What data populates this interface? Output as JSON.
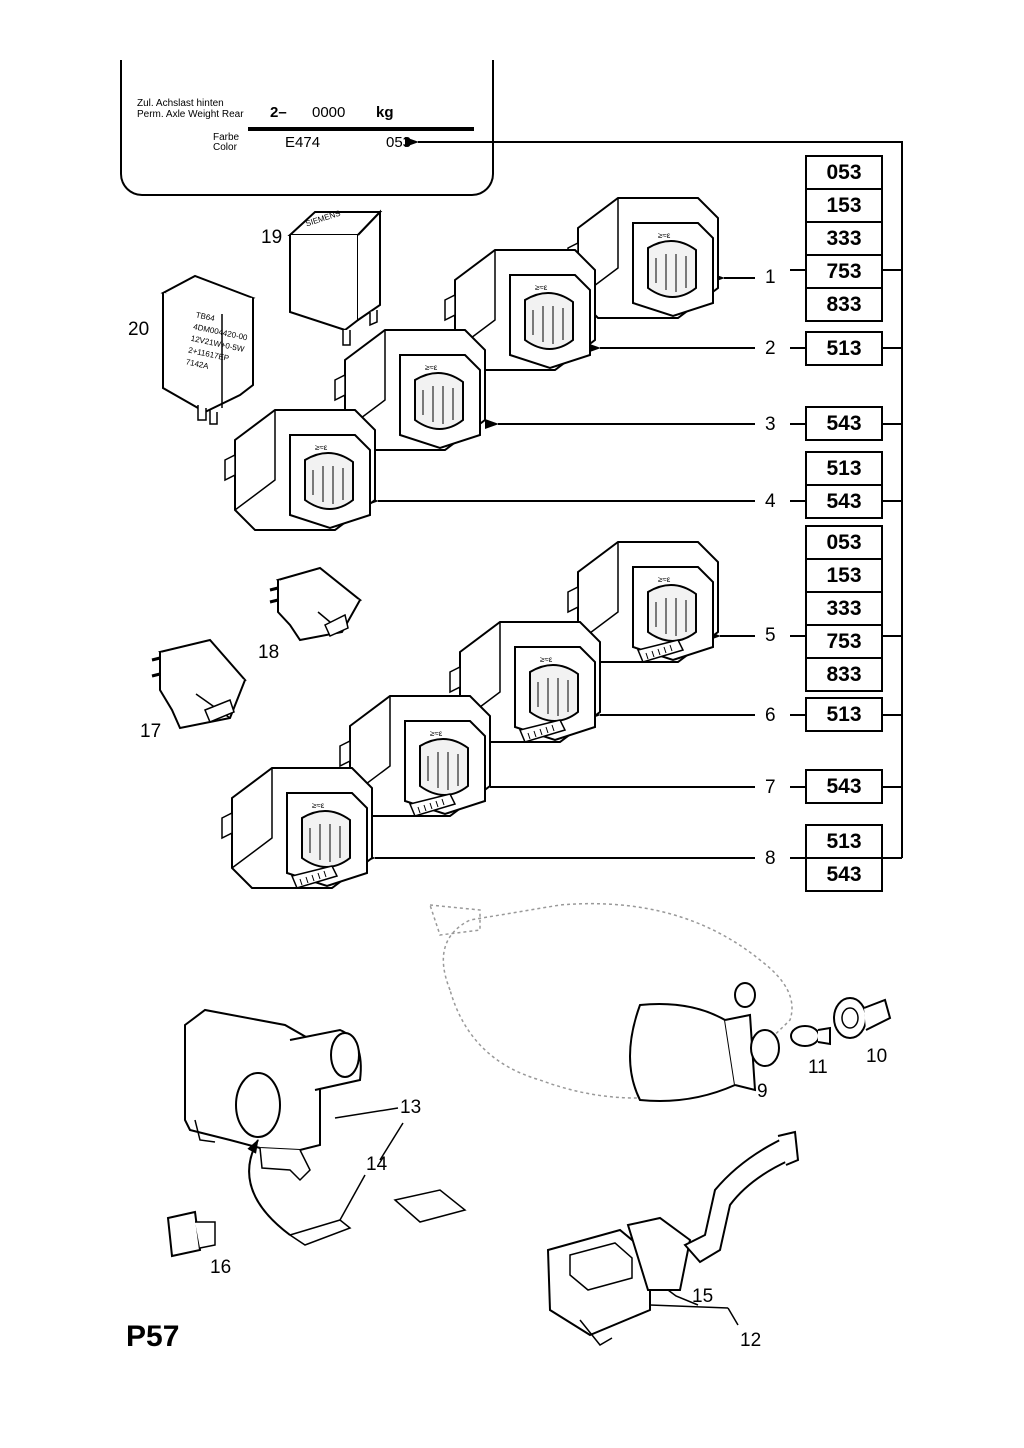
{
  "nameplate": {
    "axle_label_de": "Zul. Achslast hinten",
    "axle_label_en": "Perm. Axle Weight Rear",
    "axle_prefix": "2–",
    "axle_value": "0000",
    "axle_unit": "kg",
    "color_label_de": "Farbe",
    "color_label_en": "Color",
    "color_code": "E474",
    "color_value": "053"
  },
  "callouts": {
    "c1": "1",
    "c2": "2",
    "c3": "3",
    "c4": "4",
    "c5": "5",
    "c6": "6",
    "c7": "7",
    "c8": "8",
    "c9": "9",
    "c10": "10",
    "c11": "11",
    "c12": "12",
    "c13": "13",
    "c14": "14",
    "c15": "15",
    "c16": "16",
    "c17": "17",
    "c18": "18",
    "c19": "19",
    "c20": "20"
  },
  "codes": {
    "g1": [
      "053",
      "153",
      "333",
      "753",
      "833"
    ],
    "g2": [
      "513"
    ],
    "g3": [
      "543"
    ],
    "g4": [
      "513",
      "543"
    ],
    "g5": [
      "053",
      "153",
      "333",
      "753",
      "833"
    ],
    "g6": [
      "513"
    ],
    "g7": [
      "543"
    ],
    "g8": [
      "513",
      "543"
    ]
  },
  "relay_labels": {
    "relay19_brand": "SIEMENS",
    "relay20_lines": [
      "TB64",
      "4DM004420-00",
      "12V21W+0-5W",
      "2+11617EP",
      "7142A"
    ]
  },
  "page_label": "P57",
  "colors": {
    "ink": "#000000",
    "paper": "#ffffff",
    "faint": "#888888"
  }
}
